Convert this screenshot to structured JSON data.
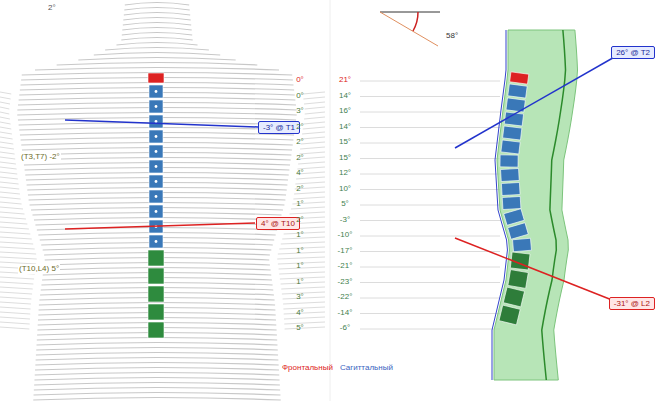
{
  "diagram": {
    "nodes": [
      {
        "text": [
          "-3° @ T1"
        ]
      },
      {
        "text": [
          "4° @ T10"
        ]
      },
      {
        "text": [
          "26° @ T2"
        ]
      },
      {
        "text": [
          "-31° @ L2"
        ]
      }
    ],
    "labels": [
      "2°",
      "(T3,T7) -2°",
      "(T10,L4) 5°",
      "0°",
      "0°",
      "3°",
      "2°",
      "2°",
      "2°",
      "4°",
      "2°",
      "1°",
      "2°",
      "1°",
      "1°",
      "1°",
      "1°",
      "3°",
      "4°",
      "5°",
      "21°",
      "14°",
      "16°",
      "14°",
      "15°",
      "15°",
      "12°",
      "10°",
      "5°",
      "-3°",
      "-10°",
      "-17°",
      "-21°",
      "-23°",
      "-22°",
      "-14°",
      "-6°",
      "Фронтальный",
      "Сагиттальный",
      "58°"
    ]
  }
}
